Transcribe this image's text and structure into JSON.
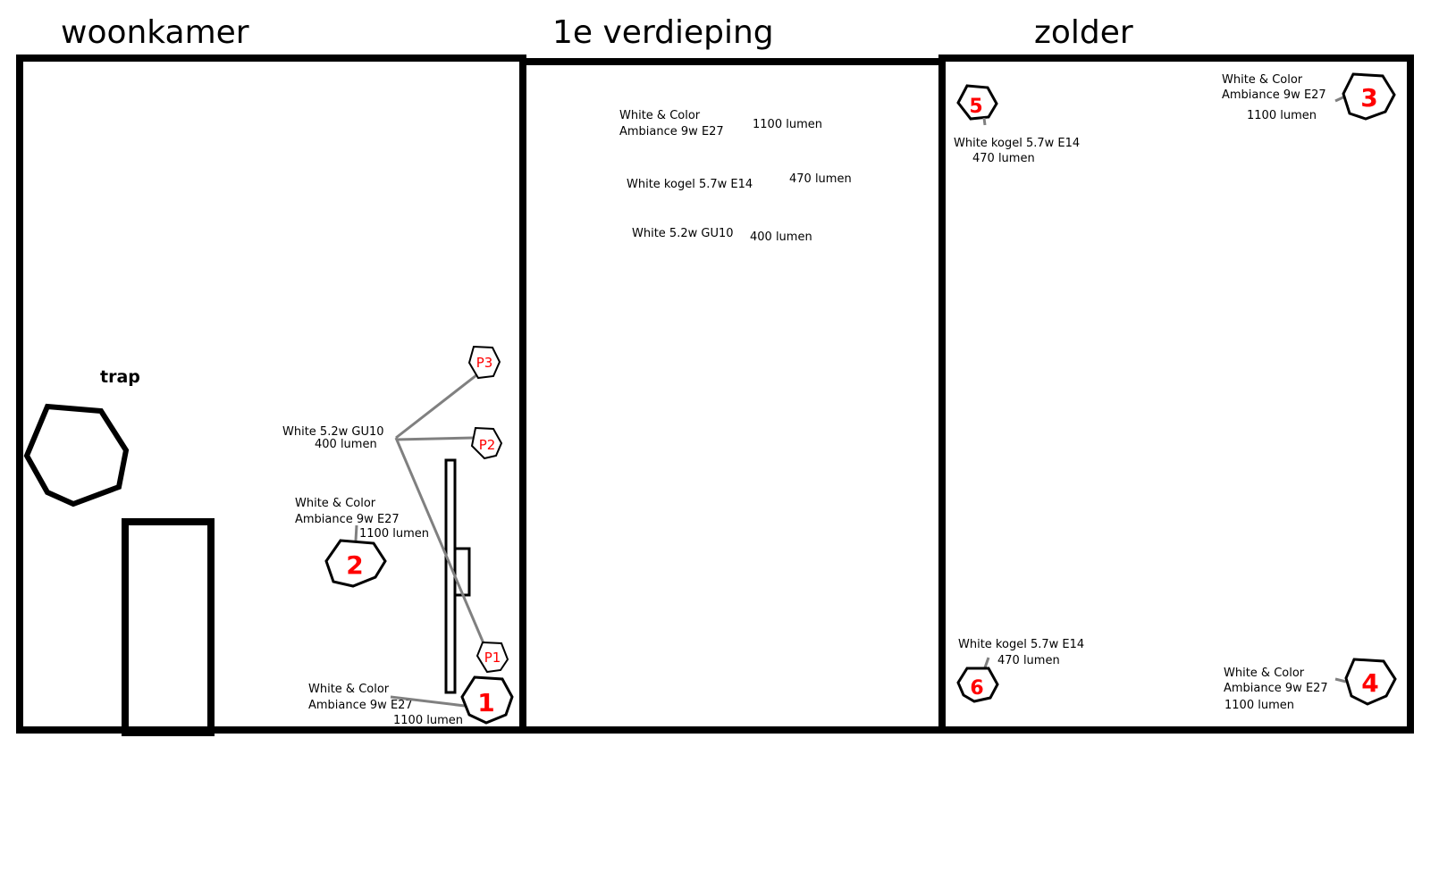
{
  "rooms": {
    "woonkamer": "woonkamer",
    "verdieping": "1e verdieping",
    "zolder": "zolder"
  },
  "woonkamer": {
    "trap": "trap",
    "gu10_name": "White 5.2w  GU10",
    "gu10_lumen": "400 lumen",
    "lamp2_line1": "White & Color",
    "lamp2_line2": "Ambiance 9w E27",
    "lamp2_lumen": "1100 lumen",
    "lamp1_line1": "White & Color",
    "lamp1_line2": "Ambiance 9w E27",
    "lamp1_lumen": "1100 lumen",
    "num1": "1",
    "num2": "2",
    "p1": "P1",
    "p2": "P2",
    "p3": "P3"
  },
  "verdieping": {
    "legend": [
      {
        "line1": "White & Color",
        "line2": "Ambiance 9w E27",
        "lumen": "1100 lumen"
      },
      {
        "line1": "White kogel 5.7w E14",
        "lumen": "470 lumen"
      },
      {
        "line1": "White 5.2w  GU10",
        "lumen": "400 lumen"
      }
    ]
  },
  "zolder": {
    "lamp5_name": "White kogel 5.7w E14",
    "lamp5_lumen": "470 lumen",
    "lamp3_line1": "White & Color",
    "lamp3_line2": "Ambiance 9w E27",
    "lamp3_lumen": "1100 lumen",
    "lamp6_name": "White kogel 5.7w E14",
    "lamp6_lumen": "470 lumen",
    "lamp4_line1": "White & Color",
    "lamp4_line2": "Ambiance 9w E27",
    "lamp4_lumen": "1100 lumen",
    "num3": "3",
    "num4": "4",
    "num5": "5",
    "num6": "6"
  },
  "colors": {
    "number": "#ff0000",
    "wall": "#000000",
    "lead_line": "#808080"
  }
}
